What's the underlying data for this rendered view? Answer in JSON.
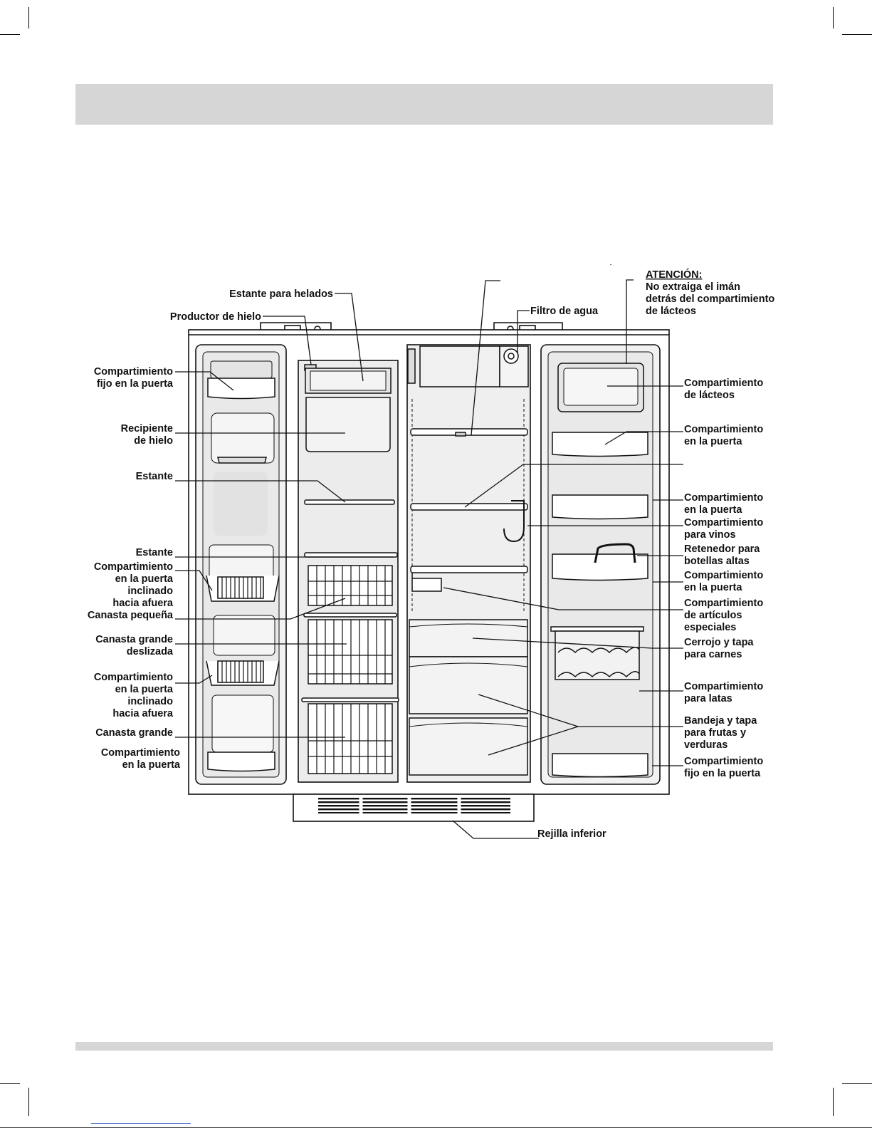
{
  "labels": {
    "ice_cream_shelf": "Estante para helados",
    "ice_maker": "Productor de hielo",
    "fixed_door_bin_1": [
      "Compartimiento",
      "fijo en la puerta"
    ],
    "ice_bucket": [
      "Recipiente",
      "de hielo"
    ],
    "shelf_1": "Estante",
    "shelf_2": "Estante",
    "tilt_bin_1": [
      "Compartimiento",
      "en la puerta",
      "inclinado",
      "hacia afuera"
    ],
    "small_basket": "Canasta pequeña",
    "large_slide_basket": [
      "Canasta grande",
      "deslizada"
    ],
    "tilt_bin_2": [
      "Compartimiento",
      "en la puerta",
      "inclinado",
      "hacia afuera"
    ],
    "large_basket": "Canasta grande",
    "door_bin_left": [
      "Compartimiento",
      "en la puerta"
    ],
    "water_filter": "Filtro de agua",
    "attention_title": "ATENCIÓN:",
    "attention_lines": [
      "No extraiga el imán",
      "detrás del compartimiento",
      "de lácteos"
    ],
    "dairy_bin": [
      "Compartimiento",
      "de lácteos"
    ],
    "door_bin_r1": [
      "Compartimiento",
      "en la puerta"
    ],
    "door_bin_r2": [
      "Compartimiento",
      "en la puerta"
    ],
    "wine_holder": [
      "Compartimiento",
      "para vinos"
    ],
    "tall_bottle_retainer": [
      "Retenedor para",
      "botellas altas"
    ],
    "door_bin_r3": [
      "Compartimiento",
      "en la puerta"
    ],
    "specialty_bin": [
      "Compartimiento",
      "de artículos",
      "especiales"
    ],
    "meat_drawer": [
      "Cerrojo y tapa",
      "para carnes"
    ],
    "can_bin": [
      "Compartimiento",
      "para latas"
    ],
    "crisper": [
      "Bandeja y tapa",
      "para frutas y",
      "verduras"
    ],
    "fixed_door_bin_2": [
      "Compartimiento",
      "fijo en la puerta"
    ],
    "bottom_grille": "Rejilla inferior"
  }
}
